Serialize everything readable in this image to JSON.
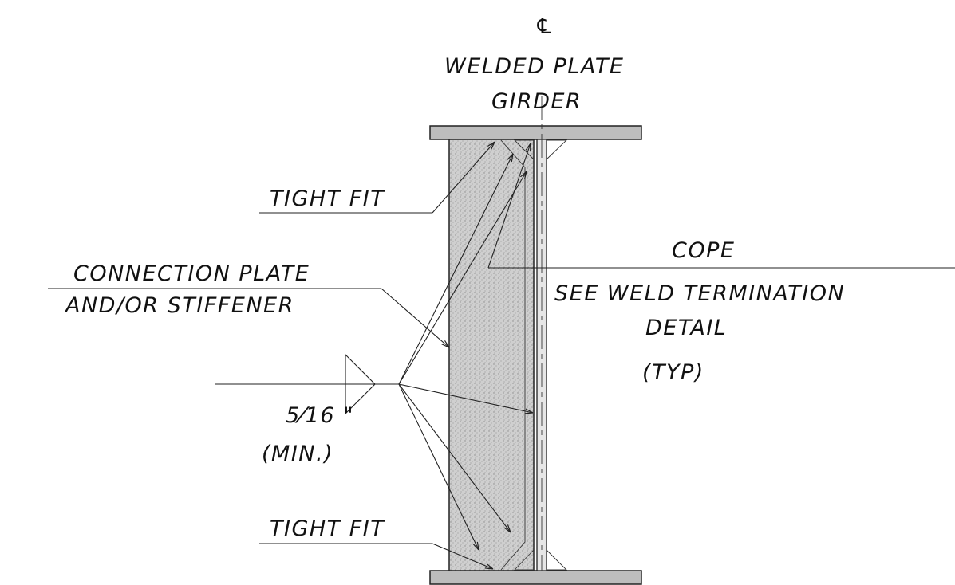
{
  "centerline_symbol": "℄",
  "labels": {
    "title_line1": "WELDED PLATE",
    "title_line2": "GIRDER",
    "tight_fit_top": "TIGHT FIT",
    "connection_line1": "CONNECTION PLATE",
    "connection_line2": "AND/OR STIFFENER",
    "cope": "COPE",
    "weld_term_line1": "SEE WELD TERMINATION",
    "weld_term_line2": "DETAIL",
    "typ": "(TYP)",
    "weld_size": "5⁄16 \"",
    "min": "(MIN.)",
    "tight_fit_bottom": "TIGHT FIT"
  },
  "colors": {
    "ink": "#111111",
    "plate_fill": "#c6c6c6",
    "flange_fill": "#bdbdbd"
  },
  "icons": [
    "centerline-icon",
    "fillet-weld-symbol-icon"
  ]
}
